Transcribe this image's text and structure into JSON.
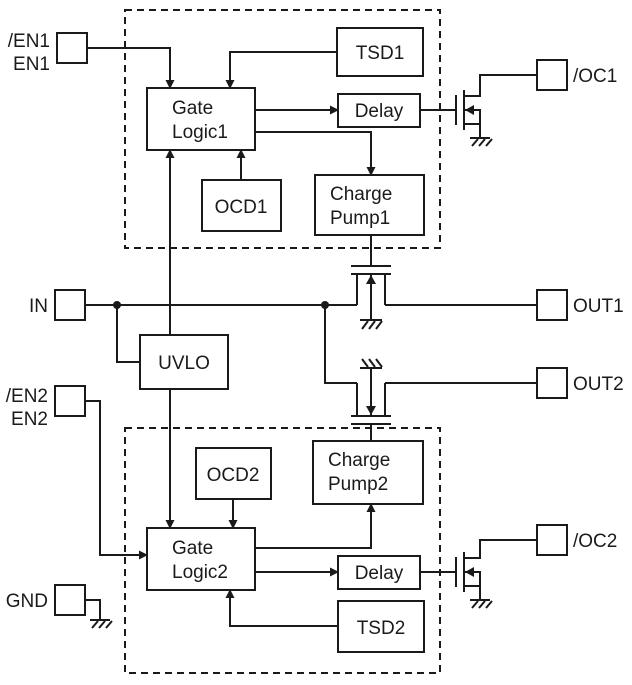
{
  "diagram": {
    "pins": {
      "en1": {
        "label1": "/EN1",
        "label2": "EN1"
      },
      "in": {
        "label": "IN"
      },
      "en2": {
        "label1": "/EN2",
        "label2": "EN2"
      },
      "gnd": {
        "label": "GND"
      },
      "oc1": {
        "label": "/OC1"
      },
      "out1": {
        "label": "OUT1"
      },
      "out2": {
        "label": "OUT2"
      },
      "oc2": {
        "label": "/OC2"
      }
    },
    "blocks": {
      "tsd1": {
        "label": "TSD1"
      },
      "gate_logic1": {
        "line1": "Gate",
        "line2": "Logic1"
      },
      "delay1": {
        "label": "Delay"
      },
      "ocd1": {
        "label": "OCD1"
      },
      "charge_pump1": {
        "line1": "Charge",
        "line2": "Pump1"
      },
      "uvlo": {
        "label": "UVLO"
      },
      "ocd2": {
        "label": "OCD2"
      },
      "charge_pump2": {
        "line1": "Charge",
        "line2": "Pump2"
      },
      "gate_logic2": {
        "line1": "Gate",
        "line2": "Logic2"
      },
      "delay2": {
        "label": "Delay"
      },
      "tsd2": {
        "label": "TSD2"
      }
    },
    "colors": {
      "line": "#1a1a1a",
      "background": "#ffffff"
    }
  }
}
